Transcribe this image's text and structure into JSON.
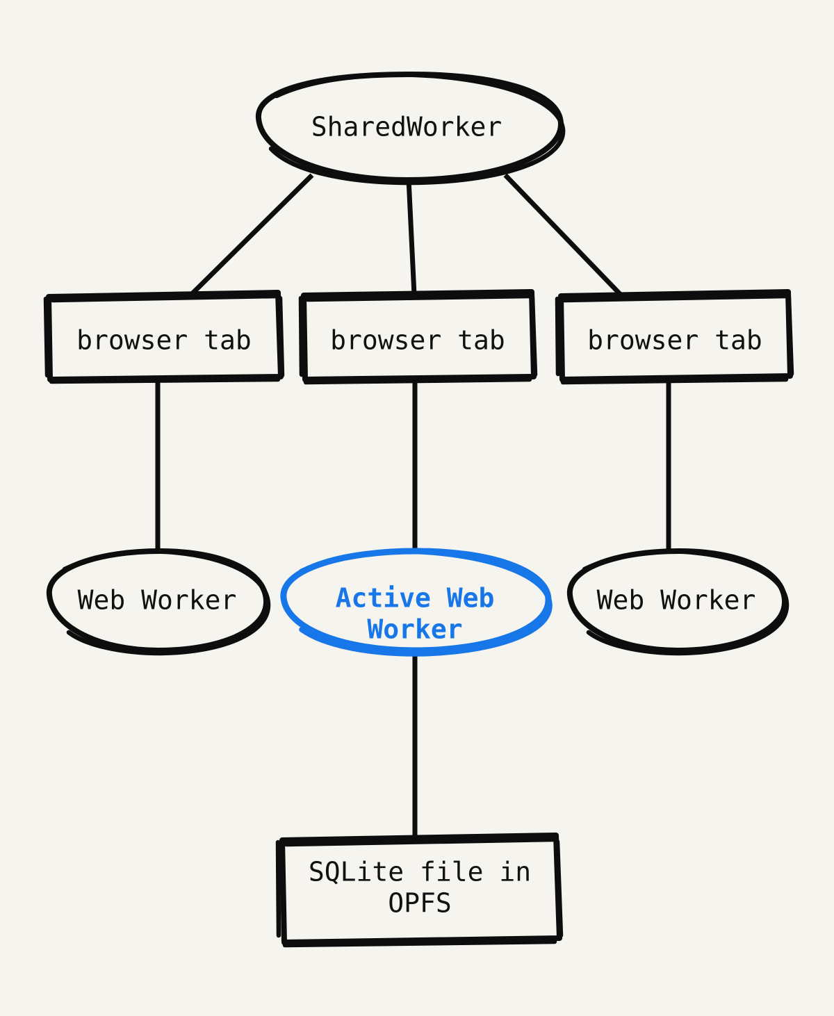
{
  "diagram": {
    "title": "SharedWorker / browser tab / Web Worker / OPFS architecture",
    "background_color": "#f5f4ef",
    "stroke_color": "#0d0d0d",
    "accent_color": "#1877e8",
    "style": "hand-drawn sketch",
    "nodes": {
      "shared_worker": {
        "label": "SharedWorker",
        "shape": "ellipse",
        "color": "#0d0d0d"
      },
      "tab_left": {
        "label": "browser tab",
        "shape": "rectangle",
        "color": "#0d0d0d"
      },
      "tab_center": {
        "label": "browser tab",
        "shape": "rectangle",
        "color": "#0d0d0d"
      },
      "tab_right": {
        "label": "browser tab",
        "shape": "rectangle",
        "color": "#0d0d0d"
      },
      "worker_left": {
        "label": "Web Worker",
        "shape": "ellipse",
        "color": "#0d0d0d"
      },
      "worker_active": {
        "label_line1": "Active Web",
        "label_line2": "Worker",
        "shape": "ellipse",
        "color": "#1877e8",
        "highlighted": true
      },
      "worker_right": {
        "label": "Web Worker",
        "shape": "ellipse",
        "color": "#0d0d0d"
      },
      "sqlite_file": {
        "label_line1": "SQLite file in",
        "label_line2": "OPFS",
        "shape": "rectangle",
        "color": "#0d0d0d"
      }
    },
    "edges": [
      {
        "from": "shared_worker",
        "to": "tab_left"
      },
      {
        "from": "shared_worker",
        "to": "tab_center"
      },
      {
        "from": "shared_worker",
        "to": "tab_right"
      },
      {
        "from": "tab_left",
        "to": "worker_left"
      },
      {
        "from": "tab_center",
        "to": "worker_active"
      },
      {
        "from": "tab_right",
        "to": "worker_right"
      },
      {
        "from": "worker_active",
        "to": "sqlite_file"
      }
    ]
  }
}
